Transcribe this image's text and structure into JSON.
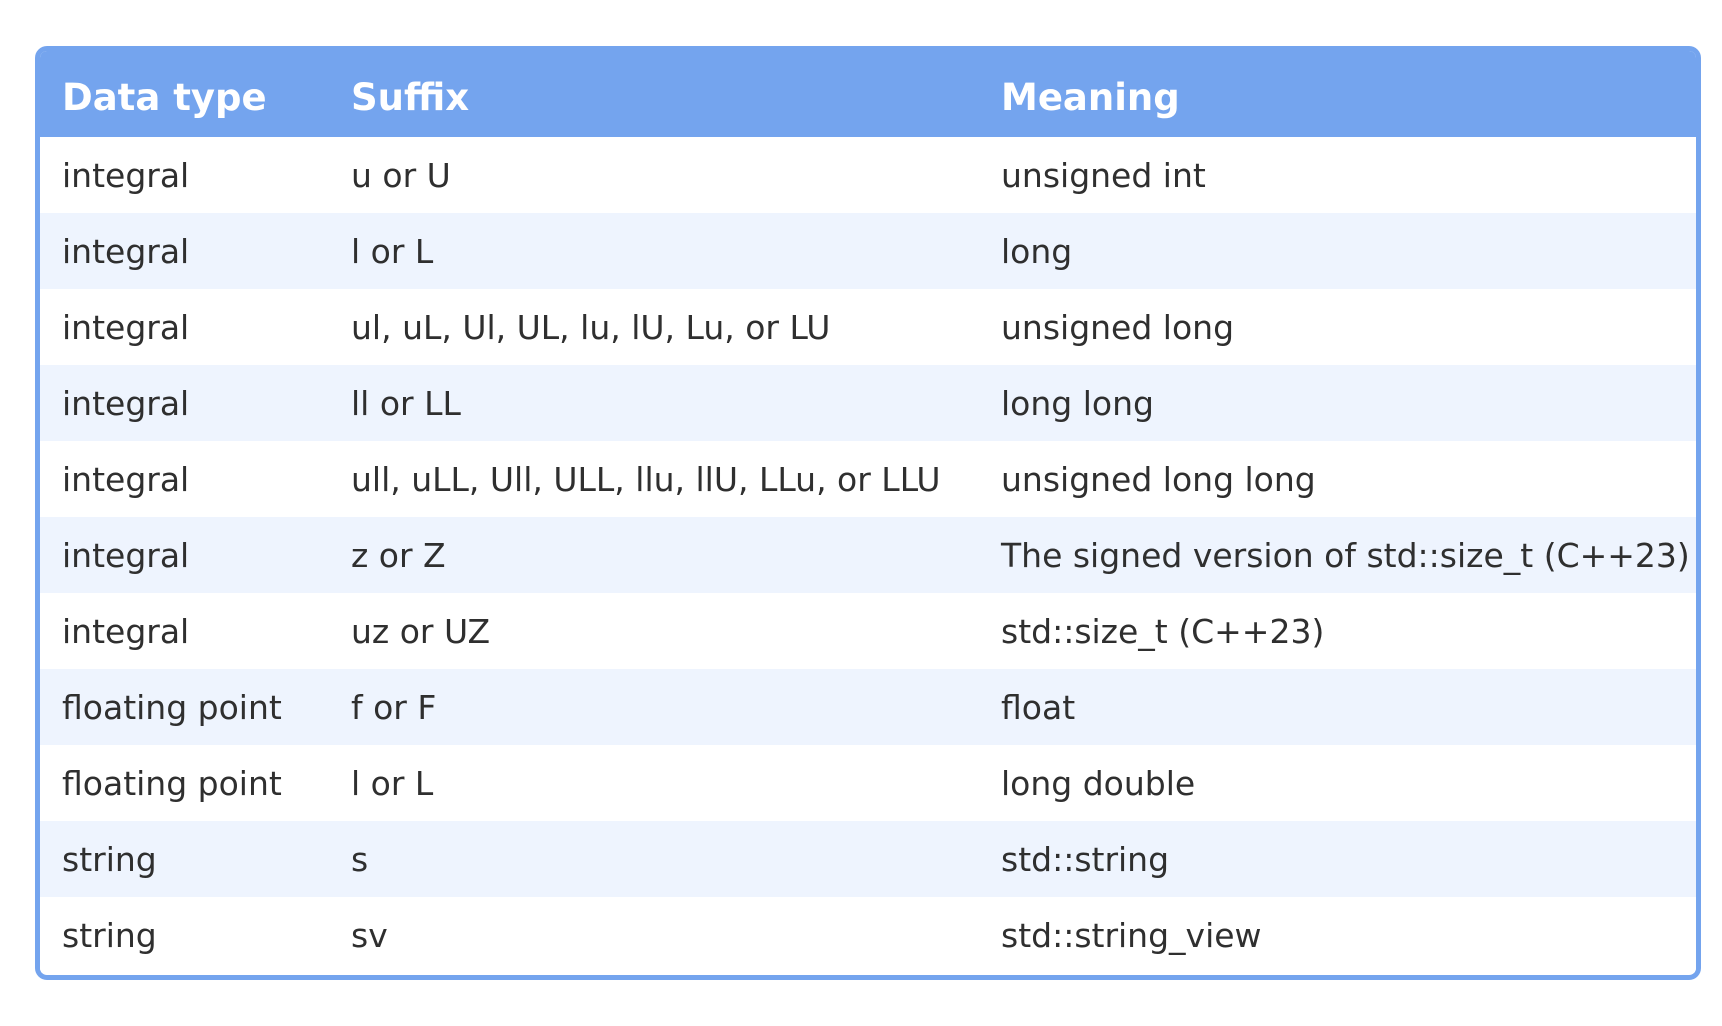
{
  "table": {
    "headers": [
      "Data type",
      "Suffix",
      "Meaning"
    ],
    "rows": [
      [
        "integral",
        "u or U",
        "unsigned int"
      ],
      [
        "integral",
        "l or L",
        "long"
      ],
      [
        "integral",
        "ul, uL, Ul, UL, lu, lU, Lu, or LU",
        "unsigned long"
      ],
      [
        "integral",
        "ll or LL",
        "long long"
      ],
      [
        "integral",
        "ull, uLL, Ull, ULL, llu, llU, LLu, or LLU",
        "unsigned long long"
      ],
      [
        "integral",
        "z or Z",
        "The signed version of std::size_t (C++23)"
      ],
      [
        "integral",
        "uz or UZ",
        "std::size_t (C++23)"
      ],
      [
        "floating point",
        "f or F",
        "float"
      ],
      [
        "floating point",
        "l or L",
        "long double"
      ],
      [
        "string",
        "s",
        "std::string"
      ],
      [
        "string",
        "sv",
        "std::string_view"
      ]
    ]
  },
  "colors": {
    "header_background": "#74a4ee",
    "header_text": "#ffffff",
    "row_alt_background": "#eef4fe",
    "body_text": "#2f2f2f"
  }
}
